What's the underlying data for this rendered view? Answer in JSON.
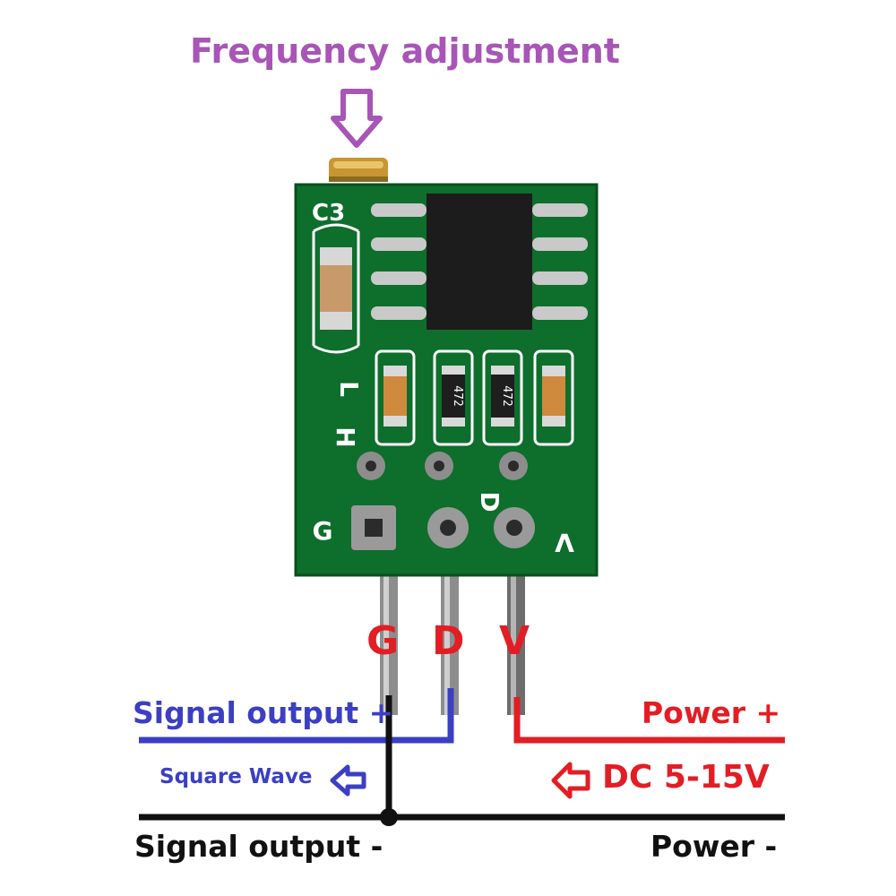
{
  "header": {
    "title": "Frequency adjustment"
  },
  "board": {
    "silkscreen": {
      "c3": "C3",
      "l": "L",
      "h": "H",
      "g": "G",
      "d": "D",
      "v": "V"
    },
    "resistor_code": "472",
    "colors": {
      "pcb": "#0e6e2c",
      "pad": "#c9c9c9",
      "chip": "#1c1c1c"
    }
  },
  "pins": {
    "g": "G",
    "d": "D",
    "v": "V"
  },
  "labels": {
    "signal_out_plus": "Signal output +",
    "square_wave": "Square Wave",
    "power_plus": "Power +",
    "dc_range": "DC 5-15V",
    "signal_out_minus": "Signal output -",
    "power_minus": "Power -"
  },
  "icons": {
    "top_arrow": "down-arrow-icon",
    "square_wave_arrow": "left-arrow-icon",
    "dc_arrow": "left-arrow-icon"
  },
  "colors": {
    "purple": "#a855b7",
    "blue": "#3b3fc4",
    "red": "#e31d24",
    "black": "#111111"
  }
}
